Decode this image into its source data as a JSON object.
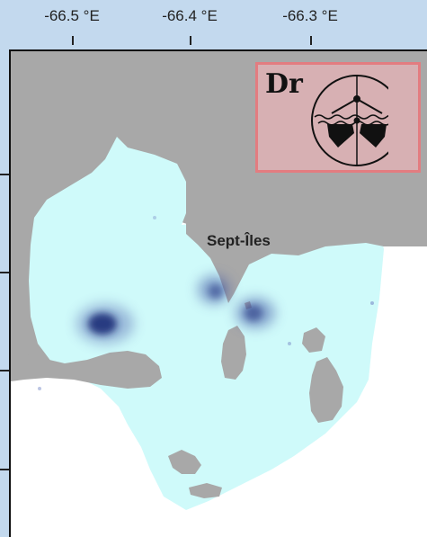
{
  "axis": {
    "x_ticks": [
      "-66.5 °E",
      "-66.4 °E",
      "-66.3 °E"
    ]
  },
  "places": {
    "city": "Sept-Îles"
  },
  "legend": {
    "code": "Dr",
    "symbol": "dredge-icon"
  },
  "colors": {
    "land": "#a8a8a8",
    "water_study_area": "#cffafa",
    "outside": "#ffffff",
    "background": "#c3d9ee",
    "density": "#1e2f78",
    "legend_fill": "#d7b0b3",
    "legend_border": "#e37c80"
  }
}
